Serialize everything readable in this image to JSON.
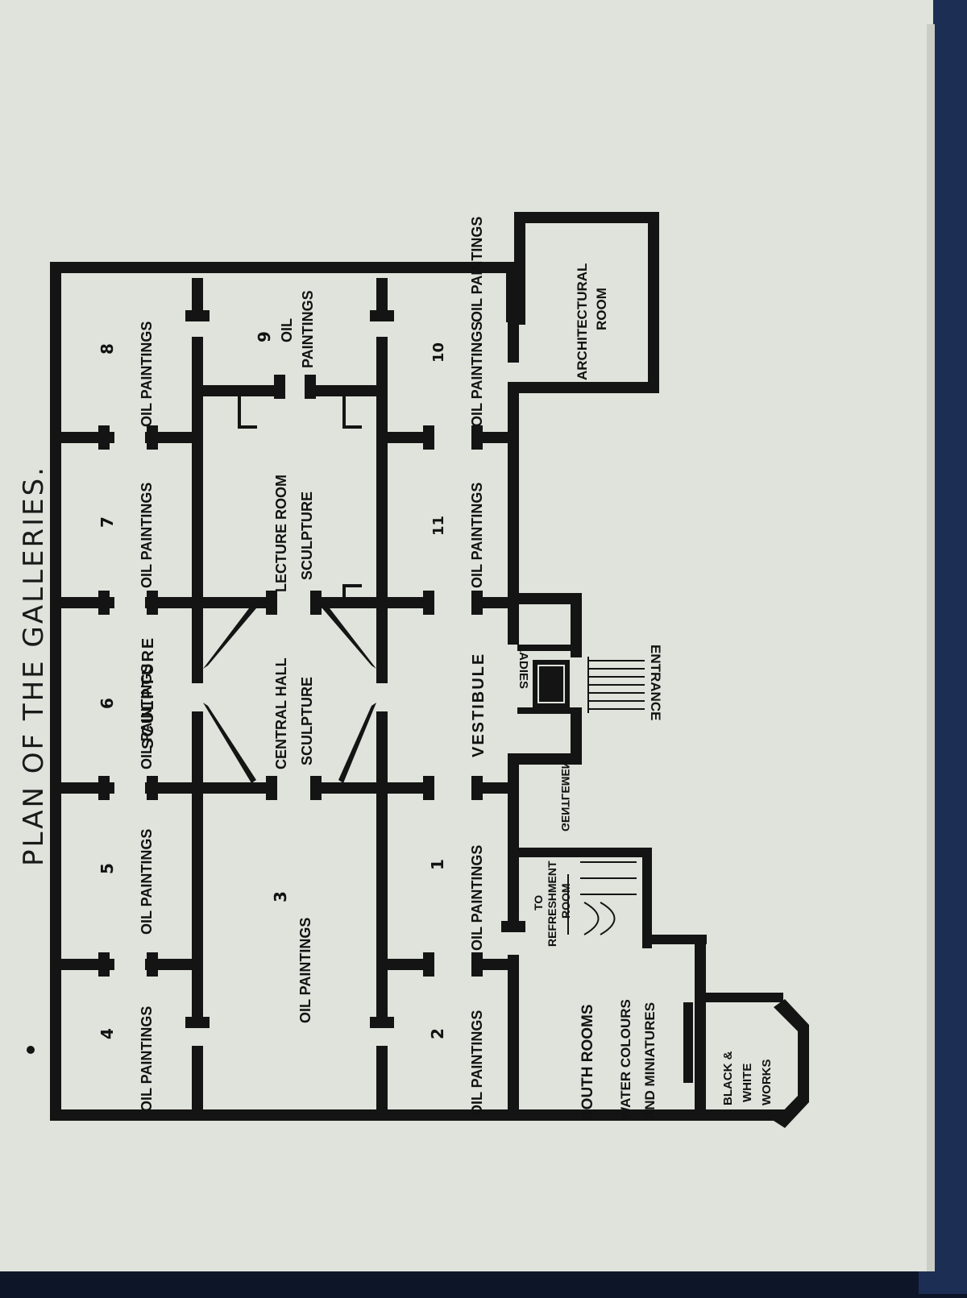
{
  "colors": {
    "paper": "#dfe3db",
    "ink": "#141414",
    "cover": "#0d1628",
    "spine": "#1c2e54"
  },
  "title": "PLAN OF THE GALLERIES.",
  "rooms": {
    "r4": "4",
    "r5": "5",
    "r6": "6",
    "r7": "7",
    "r8": "8",
    "r3": "3",
    "r9": "9",
    "r2": "2",
    "r1": "1",
    "r10": "10",
    "r11": "11"
  },
  "labels": {
    "col1_oil_a": "OIL PAINTINGS",
    "col1_oil_b": "OIL PAINTINGS",
    "col1_sculpture": "SCULPTURE",
    "col1_oil_c": "OIL PAINTINGS",
    "col1_oil_d": "OIL PAINTINGS",
    "col1_oil_e": "OIL PAINTINGS",
    "central_oil": "OIL PAINTINGS",
    "central_hall": "CENTRAL HALL",
    "lecture_room": "LECTURE ROOM",
    "col2_oil_top_a": "OIL",
    "col2_oil_top_b": "PAINTINGS",
    "central_sculpture": "SCULPTURE",
    "lecture_sculpture": "SCULPTURE",
    "col3_oil_a": "OIL PAINTINGS",
    "col3_oil_b": "OIL PAINTINGS",
    "vestibule": "VESTIBULE",
    "col3_oil_c": "OIL PAINTINGS",
    "col3_oil_d": "OIL PAINTINGS",
    "col3_oil_e": "OIL PAINTINGS",
    "architectural_a": "ARCHITECTURAL",
    "architectural_b": "ROOM",
    "ladies": "LADIES",
    "gentlemen": "GENTLEMEN",
    "entrance": "ENTRANCE",
    "to": "TO",
    "refreshment": "REFRESHMENT",
    "refreshment_room": "ROOM",
    "south_rooms": "SOUTH ROOMS",
    "water_colours": "WATER COLOURS",
    "miniatures": "AND MINIATURES",
    "bw_a": "BLACK &",
    "bw_b": "WHITE",
    "bw_c": "WORKS"
  }
}
